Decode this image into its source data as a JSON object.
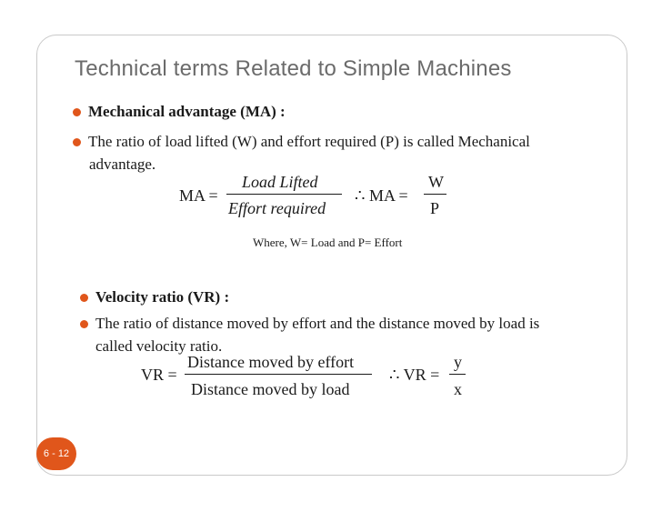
{
  "slide": {
    "title": "Technical terms Related to Simple Machines",
    "page_number": "6 - 12",
    "accent_color": "#e0561b",
    "section1": {
      "heading": "Mechanical advantage (MA) :",
      "line1": "The ratio of load lifted (W) and effort required (P) is called Mechanical",
      "line2": "advantage.",
      "formula": {
        "lhs": "MA =",
        "numerator": "Load Lifted",
        "denominator": "Effort required",
        "therefore": "∴ MA =",
        "num2": "W",
        "den2": "P"
      },
      "where": "Where, W= Load and P= Effort"
    },
    "section2": {
      "heading": "Velocity ratio (VR) :",
      "line1": "The ratio of distance moved by effort and the distance moved by load is",
      "line2": "called velocity ratio.",
      "formula": {
        "lhs": "VR =",
        "numerator": "Distance moved by effort",
        "denominator": "Distance moved by load",
        "therefore": "∴ VR =",
        "num2": "y",
        "den2": "x"
      }
    }
  }
}
